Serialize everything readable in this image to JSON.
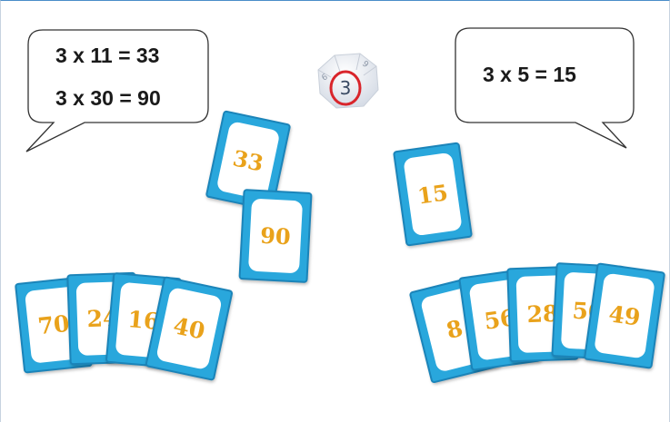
{
  "bubbles": {
    "left": {
      "line1": "3 x 11 = 33",
      "line2": "3 x 30 = 90"
    },
    "right": {
      "line1": "3 x 5 = 15"
    }
  },
  "die": {
    "value": "3",
    "highlight_color": "#d9252b"
  },
  "played_cards": [
    {
      "value": "33"
    },
    {
      "value": "90"
    },
    {
      "value": "15"
    }
  ],
  "left_hand": [
    {
      "value": "70"
    },
    {
      "value": "24"
    },
    {
      "value": "16"
    },
    {
      "value": "40"
    }
  ],
  "right_hand": [
    {
      "value": "8"
    },
    {
      "value": "56"
    },
    {
      "value": "28"
    },
    {
      "value": "50"
    },
    {
      "value": "49"
    }
  ],
  "colors": {
    "card_border": "#29a7dc",
    "card_number": "#e9a21b",
    "text": "#1a1a1a"
  }
}
